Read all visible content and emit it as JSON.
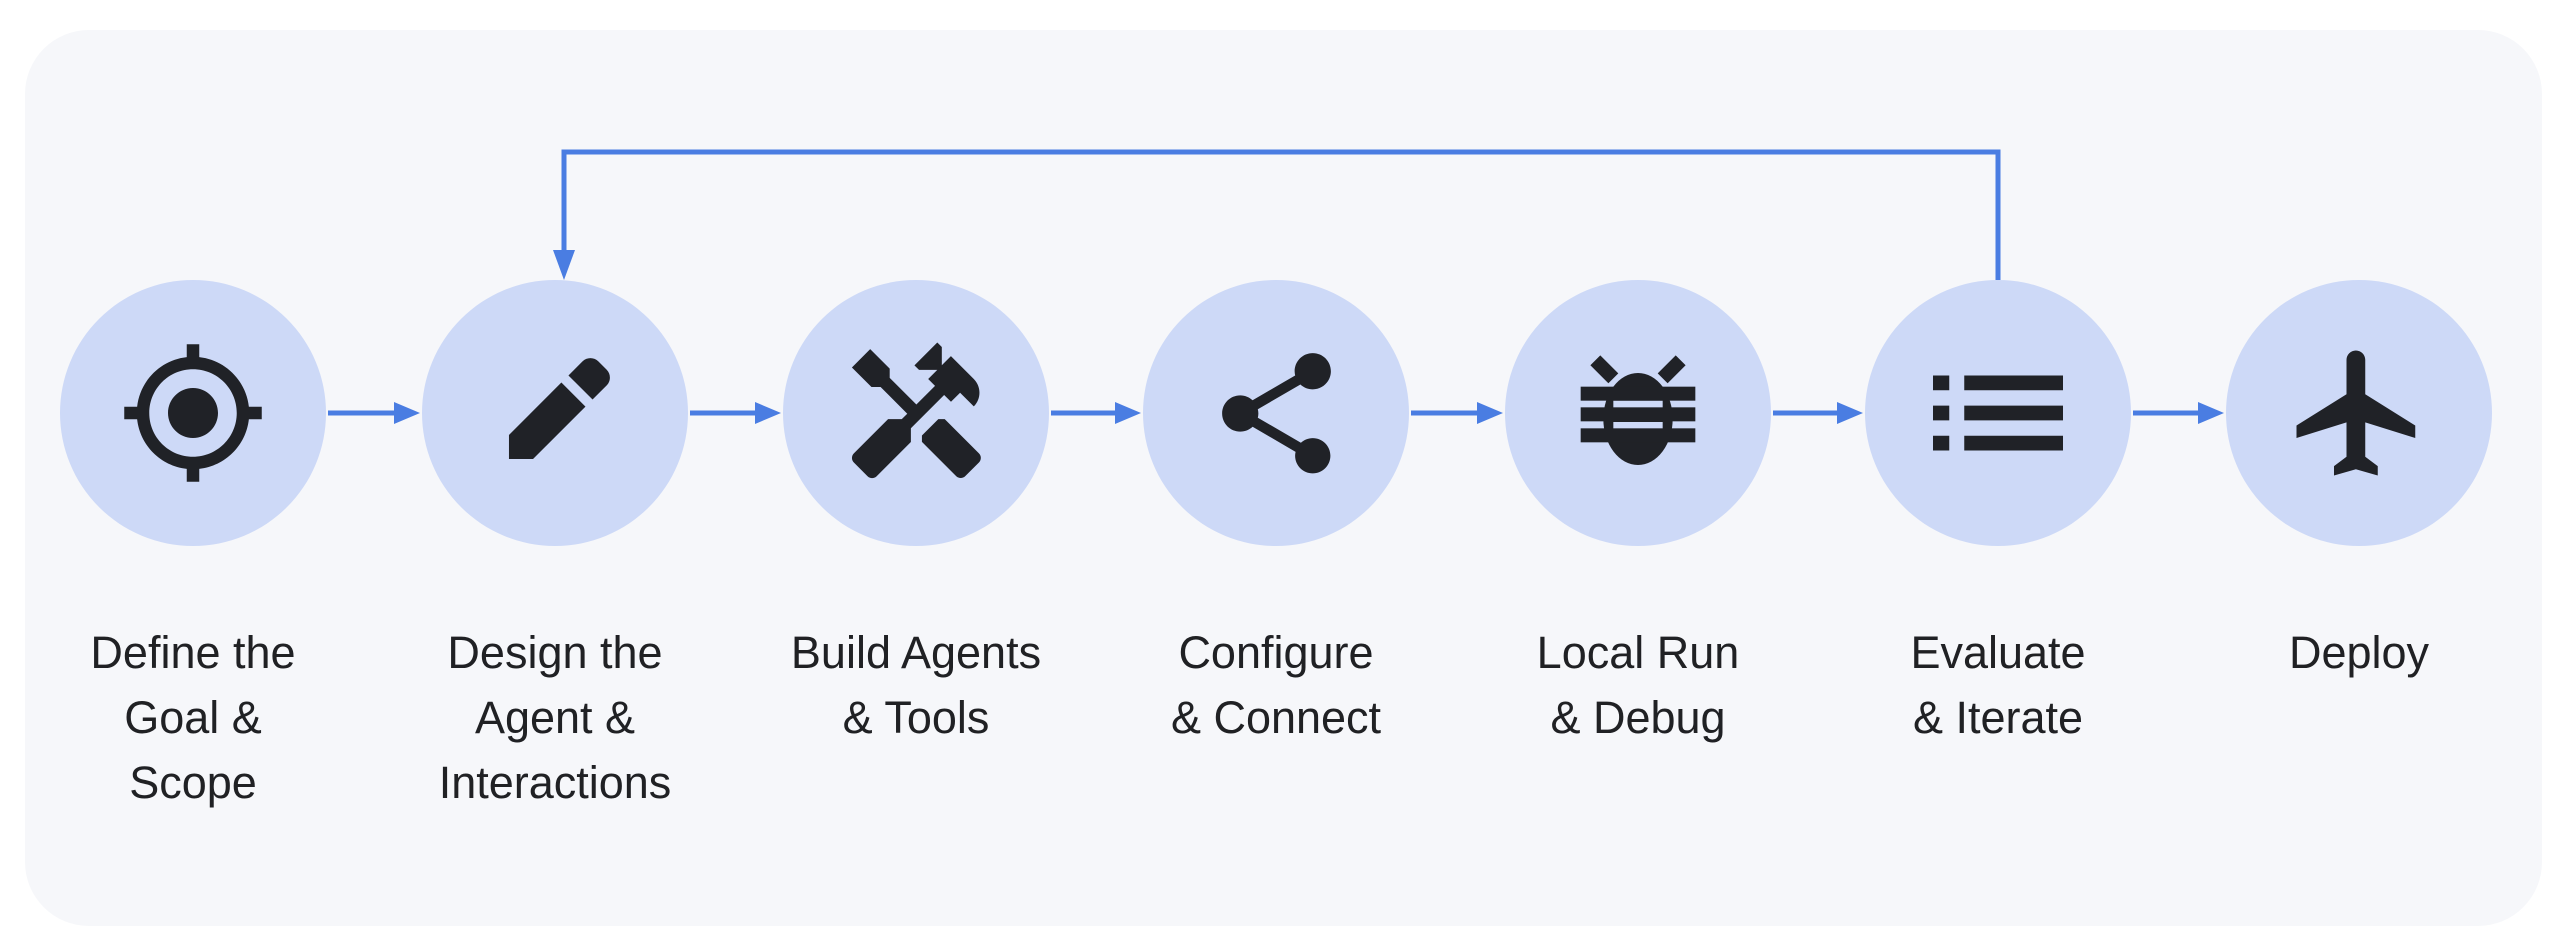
{
  "steps": [
    {
      "label": "Define the\nGoal &\nScope",
      "icon": "target-location-icon"
    },
    {
      "label": "Design the\nAgent &\nInteractions",
      "icon": "pencil-edit-icon"
    },
    {
      "label": "Build Agents\n& Tools",
      "icon": "hammer-wrench-tools-icon"
    },
    {
      "label": "Configure\n& Connect",
      "icon": "share-nodes-icon"
    },
    {
      "label": "Local Run\n& Debug",
      "icon": "bug-icon"
    },
    {
      "label": "Evaluate\n& Iterate",
      "icon": "bulleted-list-icon"
    },
    {
      "label": "Deploy",
      "icon": "airplane-icon"
    }
  ],
  "connections": {
    "sequence": [
      "Define the Goal & Scope",
      "Design the Agent & Interactions",
      "Build Agents & Tools",
      "Configure & Connect",
      "Local Run & Debug",
      "Evaluate & Iterate",
      "Deploy"
    ],
    "feedback_loop": {
      "from": "Evaluate & Iterate",
      "to": "Design the Agent & Interactions"
    }
  },
  "colors": {
    "card_background": "#f6f7fa",
    "circle_fill": "#cdd9f7",
    "icon": "#202227",
    "arrow": "#4a7de2",
    "label_text": "#202124"
  }
}
